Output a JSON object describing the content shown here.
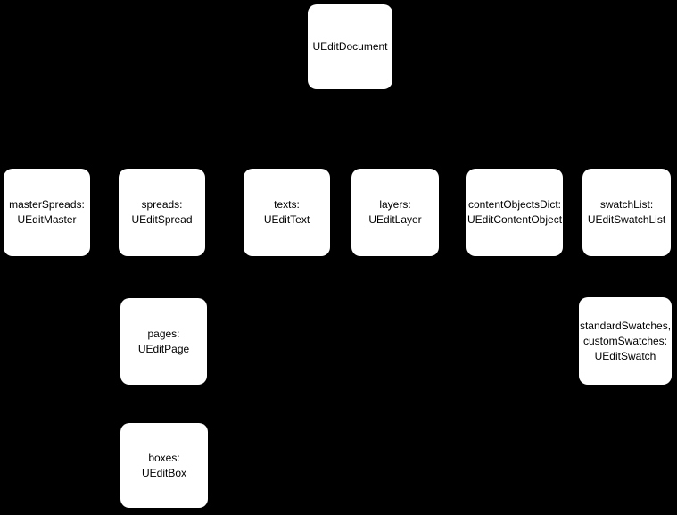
{
  "canvas": {
    "background_color": "#000000",
    "node_fill_color": "#ffffff",
    "node_text_color": "#000000"
  },
  "diagram": {
    "type": "class-hierarchy",
    "root": "UEditDocument",
    "nodes": [
      {
        "id": "ueditdocument",
        "lines": [
          "UEditDocument"
        ]
      },
      {
        "id": "masterspreads",
        "lines": [
          "masterSpreads:",
          "UEditMaster"
        ]
      },
      {
        "id": "spreads",
        "lines": [
          "spreads:",
          "UEditSpread"
        ]
      },
      {
        "id": "texts",
        "lines": [
          "texts:",
          "UEditText"
        ]
      },
      {
        "id": "layers",
        "lines": [
          "layers:",
          "UEditLayer"
        ]
      },
      {
        "id": "contentobjectsdict",
        "lines": [
          "contentObjectsDict:",
          "UEditContentObject"
        ]
      },
      {
        "id": "swatchlist",
        "lines": [
          "swatchList:",
          "UEditSwatchList"
        ]
      },
      {
        "id": "pages",
        "lines": [
          "pages:",
          "UEditPage"
        ]
      },
      {
        "id": "swatches",
        "lines": [
          "standardSwatches,",
          "customSwatches:",
          "UEditSwatch"
        ]
      },
      {
        "id": "boxes",
        "lines": [
          "boxes:",
          "UEditBox"
        ]
      }
    ]
  }
}
